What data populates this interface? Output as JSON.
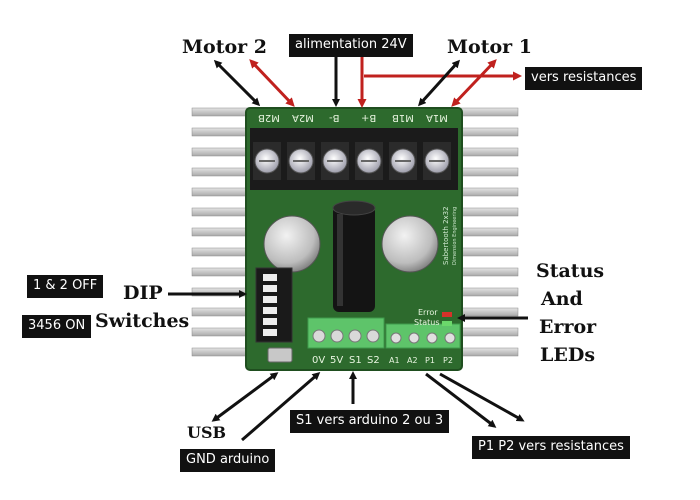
{
  "labels": {
    "motor2": "Motor 2",
    "motor1": "Motor 1",
    "alimentation": "alimentation 24V",
    "vers_resistances": "vers resistances",
    "dip_switches_line1": "DIP",
    "dip_switches_line2": "Switches",
    "dip_1_2": "1 & 2 OFF",
    "dip_3456": "3456 ON",
    "status_line1": "Status",
    "status_line2": "And",
    "status_line3": "Error",
    "status_line4": "LEDs",
    "usb": "USB",
    "gnd_arduino": "GND arduino",
    "s1_arduino": "S1 vers arduino 2 ou 3",
    "p1p2_resistances": "P1 P2 vers resistances"
  },
  "board": {
    "top_terminals": [
      "M2B",
      "M2A",
      "B-",
      "B+",
      "M1B",
      "M1A"
    ],
    "bottom_left_terminals": [
      "0V",
      "5V",
      "S1",
      "S2"
    ],
    "bottom_right_terminals": [
      "A1",
      "A2",
      "P1",
      "P2"
    ],
    "led_labels": [
      "Error",
      "Status"
    ],
    "brand_text": "Sabertooth 2x32",
    "brand_sub": "Dimension Engineering",
    "colors": {
      "board": "#2d6a2d",
      "heatsink": "#c9c9c9",
      "terminal_block": "#1b1b1b",
      "green_terminal": "#5ec46a",
      "red_arrow": "#c0211e",
      "black_arrow": "#111111"
    }
  }
}
